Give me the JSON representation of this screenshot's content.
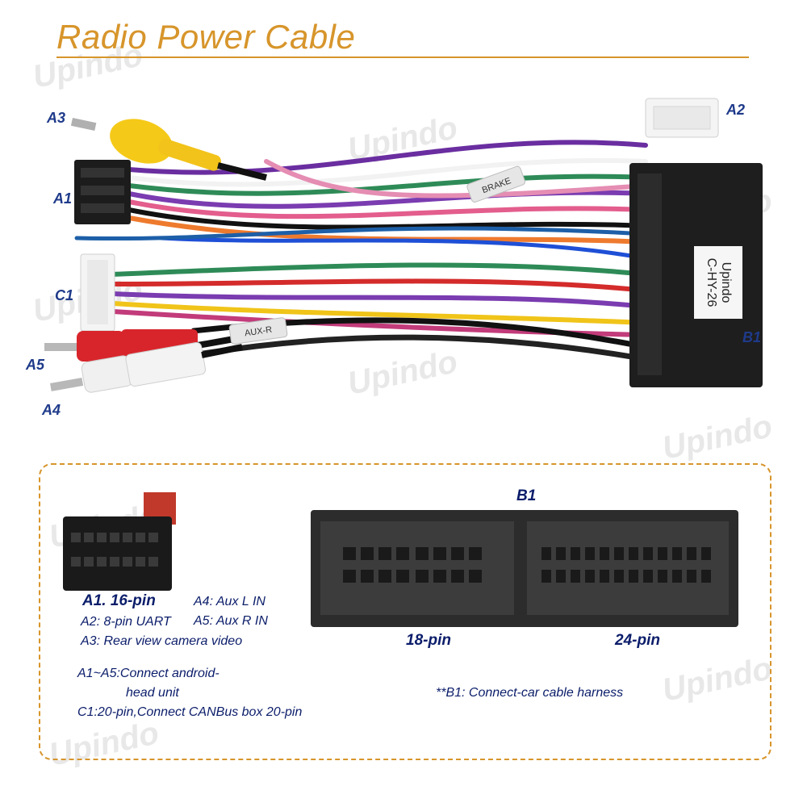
{
  "title": "Radio Power Cable",
  "watermark": "Upindo",
  "photo_labels": {
    "a3": "A3",
    "a2": "A2",
    "a1": "A1",
    "c1": "C1",
    "a5": "A5",
    "a4": "A4",
    "b1": "B1"
  },
  "product_sticker": {
    "line1": "Upindo",
    "line2": "C-HY-26"
  },
  "wire_tags": {
    "brake": "BRAKE",
    "aux": "AUX-R"
  },
  "diagram": {
    "b1_title": "B1",
    "pin18": "18-pin",
    "pin24": "24-pin"
  },
  "notes": {
    "a1": "A1. 16-pin",
    "a2": "A2: 8-pin UART",
    "a3": "A3: Rear view camera video",
    "a4": "A4: Aux L IN",
    "a5": "A5: Aux R IN",
    "a1a5_line1": "A1~A5:Connect android-",
    "a1a5_line2": "head unit",
    "c1": "C1:20-pin,Connect CANBus box 20-pin",
    "b1": "**B1: Connect-car cable harness"
  },
  "colors": {
    "accent": "#d7952b",
    "label": "#1e3a8a",
    "connector": "#2b2b2b"
  }
}
